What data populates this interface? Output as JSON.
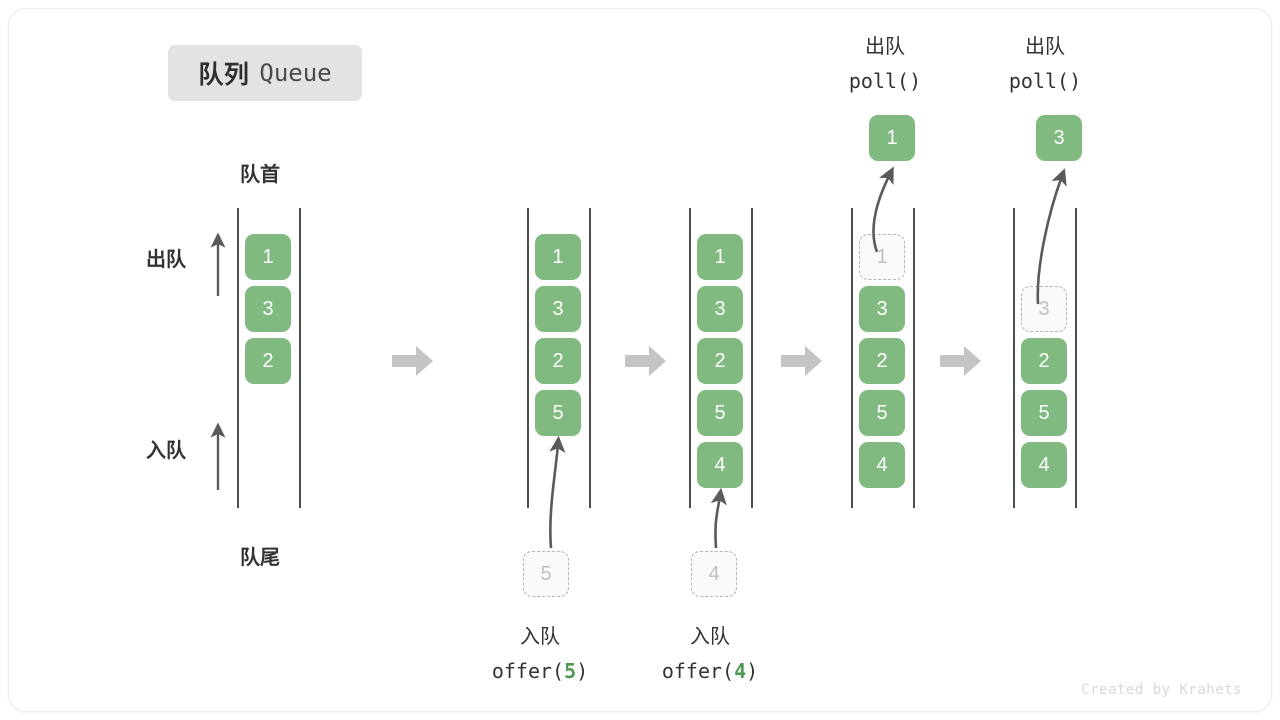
{
  "title": {
    "cn": "队列",
    "en": "Queue"
  },
  "labels": {
    "head": "队首",
    "tail": "队尾",
    "dequeue": "出队",
    "enqueue": "入队"
  },
  "colors": {
    "cell_fill": "#80ba80",
    "cell_text": "#ffffff",
    "ghost_fill": "#fafafa",
    "ghost_border": "#b4b4b4",
    "ghost_text": "#c0c0c0",
    "rail": "#4d4d4d",
    "arrow": "#5a5a5a",
    "block_arrow": "#c4c4c4",
    "badge_bg": "#e3e3e3",
    "accent_green": "#4f9a52",
    "text": "#333333"
  },
  "columns": [
    {
      "id": "col-initial",
      "cells": [
        "1",
        "3",
        "2"
      ],
      "ghost_top": null,
      "ghost_bottom": null,
      "ejected": null,
      "top_caption": null,
      "bottom_caption": null
    },
    {
      "id": "col-offer-5",
      "cells": [
        "1",
        "3",
        "2",
        "5"
      ],
      "ghost_top": null,
      "ghost_bottom": "5",
      "ejected": null,
      "top_caption": null,
      "bottom_caption": {
        "cn": "入队",
        "call_prefix": "offer(",
        "arg": "5",
        "call_suffix": ")"
      }
    },
    {
      "id": "col-offer-4",
      "cells": [
        "1",
        "3",
        "2",
        "5",
        "4"
      ],
      "ghost_top": null,
      "ghost_bottom": "4",
      "ejected": null,
      "top_caption": null,
      "bottom_caption": {
        "cn": "入队",
        "call_prefix": "offer(",
        "arg": "4",
        "call_suffix": ")"
      }
    },
    {
      "id": "col-poll-1",
      "cells": [
        "3",
        "2",
        "5",
        "4"
      ],
      "ghost_top": "1",
      "ghost_bottom": null,
      "ejected": "1",
      "top_caption": {
        "cn": "出队",
        "call": "poll()"
      },
      "bottom_caption": null
    },
    {
      "id": "col-poll-3",
      "cells": [
        "2",
        "5",
        "4"
      ],
      "ghost_top": "3",
      "ghost_bottom": null,
      "ejected": "3",
      "top_caption": {
        "cn": "出队",
        "call": "poll()"
      },
      "bottom_caption": null
    }
  ],
  "credit": "Created by Krahets"
}
